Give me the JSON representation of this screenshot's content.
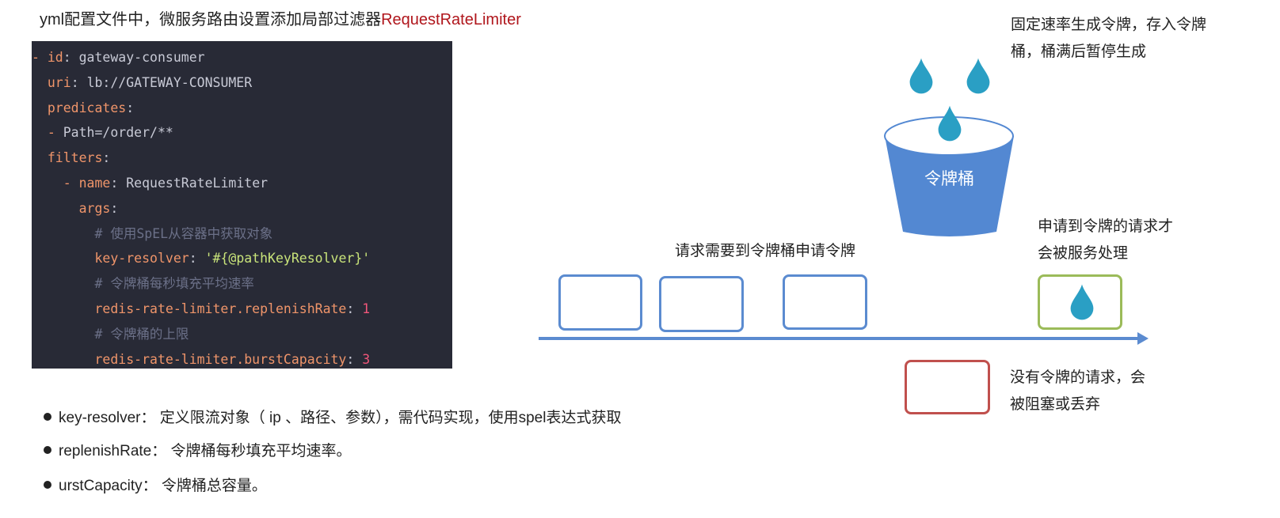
{
  "title": {
    "prefix": "yml配置文件中，微服务路由设置添加局部过滤器",
    "highlight": "RequestRateLimiter"
  },
  "code": {
    "lines": [
      {
        "indent": "",
        "dash": "- ",
        "key": "id",
        "sep": ": ",
        "value": "gateway-consumer",
        "vclass": "v"
      },
      {
        "indent": "  ",
        "dash": "",
        "key": "uri",
        "sep": ": ",
        "value": "lb://GATEWAY-CONSUMER",
        "vclass": "v"
      },
      {
        "indent": "  ",
        "dash": "",
        "key": "predicates",
        "sep": ":",
        "value": "",
        "vclass": "v"
      },
      {
        "indent": "  ",
        "dash": "- ",
        "key": "",
        "sep": "",
        "value": "Path=/order/**",
        "vclass": "v"
      },
      {
        "indent": "  ",
        "dash": "",
        "key": "filters",
        "sep": ":",
        "value": "",
        "vclass": "v"
      },
      {
        "indent": "    ",
        "dash": "- ",
        "key": "name",
        "sep": ": ",
        "value": "RequestRateLimiter",
        "vclass": "v"
      },
      {
        "indent": "      ",
        "dash": "",
        "key": "args",
        "sep": ":",
        "value": "",
        "vclass": "v"
      },
      {
        "indent": "        ",
        "dash": "",
        "key": "",
        "sep": "",
        "value": "# 使用SpEL从容器中获取对象",
        "vclass": "c"
      },
      {
        "indent": "        ",
        "dash": "",
        "key": "key-resolver",
        "sep": ": ",
        "value": "'#{@pathKeyResolver}'",
        "vclass": "s"
      },
      {
        "indent": "        ",
        "dash": "",
        "key": "",
        "sep": "",
        "value": "# 令牌桶每秒填充平均速率",
        "vclass": "c"
      },
      {
        "indent": "        ",
        "dash": "",
        "key": "redis-rate-limiter.replenishRate",
        "sep": ": ",
        "value": "1",
        "vclass": "n"
      },
      {
        "indent": "        ",
        "dash": "",
        "key": "",
        "sep": "",
        "value": "# 令牌桶的上限",
        "vclass": "c"
      },
      {
        "indent": "        ",
        "dash": "",
        "key": "redis-rate-limiter.burstCapacity",
        "sep": ": ",
        "value": "3",
        "vclass": "n"
      }
    ]
  },
  "bullets": [
    "key-resolver： 定义限流对象（ ip 、路径、参数），需代码实现，使用spel表达式获取",
    "replenishRate： 令牌桶每秒填充平均速率。",
    "urstCapacity： 令牌桶总容量。"
  ],
  "diagram": {
    "bucket_label": "令牌桶",
    "generate_note": [
      "固定速率生成令牌，存入令牌",
      "桶，桶满后暂停生成"
    ],
    "request_note": "请求需要到令牌桶申请令牌",
    "served_note": [
      "申请到令牌的请求才",
      "会被服务处理"
    ],
    "blocked_note": [
      "没有令牌的请求，会",
      "被阻塞或丢弃"
    ],
    "colors": {
      "bucket": "#5388d2",
      "drop": "#2a9fc4",
      "request": "#5b8bd0",
      "served": "#9bbb59",
      "blocked": "#c0504d",
      "arrow": "#5b8bd0"
    }
  }
}
